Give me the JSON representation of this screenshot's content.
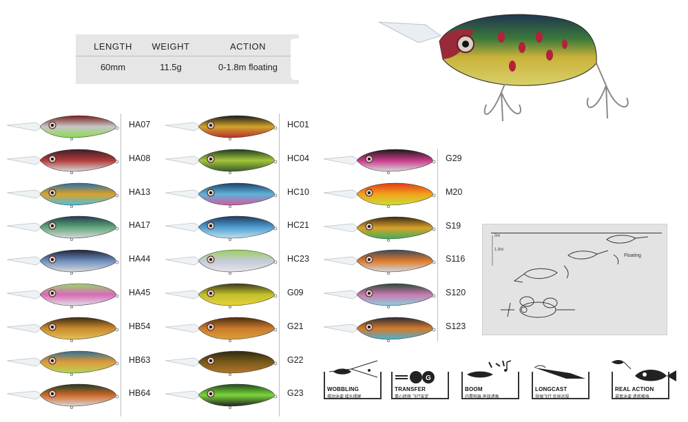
{
  "specs": {
    "headers": [
      "LENGTH",
      "WEIGHT",
      "ACTION"
    ],
    "values": [
      "60mm",
      "11.5g",
      "0-1.8m floating"
    ]
  },
  "columns": [
    {
      "items": [
        {
          "code": "HA07",
          "colors": [
            "#7a1f1f",
            "#c7c7c7",
            "#8ad94f"
          ]
        },
        {
          "code": "HA08",
          "colors": [
            "#3a1f2a",
            "#b23a3a",
            "#d8d8d8"
          ]
        },
        {
          "code": "HA13",
          "colors": [
            "#2a6fa8",
            "#d9a22b",
            "#4dbde0"
          ]
        },
        {
          "code": "HA17",
          "colors": [
            "#1f3b4d",
            "#5fa67a",
            "#d8d8d8"
          ]
        },
        {
          "code": "HA44",
          "colors": [
            "#1c2434",
            "#6d8fbf",
            "#d9d9d9"
          ]
        },
        {
          "code": "HA45",
          "colors": [
            "#9bd46c",
            "#d86ab8",
            "#e0e0e0"
          ]
        },
        {
          "code": "HB54",
          "colors": [
            "#3a2a15",
            "#c98a2c",
            "#e2c15a"
          ]
        },
        {
          "code": "HB63",
          "colors": [
            "#2f6f8f",
            "#e09a3a",
            "#b2d45a"
          ]
        },
        {
          "code": "HB64",
          "colors": [
            "#1f3a20",
            "#cf6a2a",
            "#d8d8d8"
          ]
        }
      ]
    },
    {
      "items": [
        {
          "code": "HC01",
          "colors": [
            "#1a1a1a",
            "#d1a22b",
            "#b3322e"
          ]
        },
        {
          "code": "HC04",
          "colors": [
            "#1e3a22",
            "#a3c43a",
            "#3a5a2a"
          ]
        },
        {
          "code": "HC10",
          "colors": [
            "#1d3f6a",
            "#5fb3d9",
            "#d25aa0"
          ]
        },
        {
          "code": "HC21",
          "colors": [
            "#1c3a5e",
            "#4f9dd1",
            "#bfe0f0"
          ]
        },
        {
          "code": "HC23",
          "colors": [
            "#9ad05a",
            "#c4cbd9",
            "#e5e5e5"
          ]
        },
        {
          "code": "G09",
          "colors": [
            "#3a3a1a",
            "#c4c02a",
            "#e6d23a"
          ]
        },
        {
          "code": "G21",
          "colors": [
            "#4a2a12",
            "#c97a2a",
            "#d9a03a"
          ]
        },
        {
          "code": "G22",
          "colors": [
            "#2a2a12",
            "#7a5a1a",
            "#b2752a"
          ]
        },
        {
          "code": "G23",
          "colors": [
            "#1f4a1a",
            "#7ad43a",
            "#222222"
          ]
        }
      ]
    },
    {
      "items": [
        {
          "code": "G29",
          "colors": [
            "#1a1a1a",
            "#c93a8a",
            "#d8d8d8"
          ]
        },
        {
          "code": "M20",
          "colors": [
            "#e23a1a",
            "#f2a21a",
            "#c8e03a"
          ]
        },
        {
          "code": "S19",
          "colors": [
            "#3a2a12",
            "#d9a02a",
            "#3fb05a"
          ]
        },
        {
          "code": "S116",
          "colors": [
            "#3a4a5a",
            "#e07a2a",
            "#d0d8e0"
          ]
        },
        {
          "code": "S120",
          "colors": [
            "#2a4a3a",
            "#c97ab0",
            "#8ad0e0"
          ]
        },
        {
          "code": "S123",
          "colors": [
            "#2a2a3a",
            "#d27a2a",
            "#4fb0d0"
          ]
        }
      ]
    }
  ],
  "diagram": {
    "zero_label": "0m",
    "depth_label": "1.8m",
    "floating_label": "Floating"
  },
  "features": [
    {
      "title": "WOBBLING",
      "subtitle": "摆动泳姿 摇头摆尾",
      "icon": "wobbling-icon"
    },
    {
      "title": "TRANSFER",
      "subtitle": "重心转移 飞行安定",
      "icon": "transfer-icon"
    },
    {
      "title": "BOOM",
      "subtitle": "内置响珠 声效诱鱼",
      "icon": "boom-icon"
    },
    {
      "title": "LONGCAST",
      "subtitle": "导弹飞行 优异远投",
      "icon": "longcast-icon"
    },
    {
      "title": "REAL ACTION",
      "subtitle": "逼真泳姿 诱惑难挡",
      "icon": "real-action-icon"
    }
  ]
}
